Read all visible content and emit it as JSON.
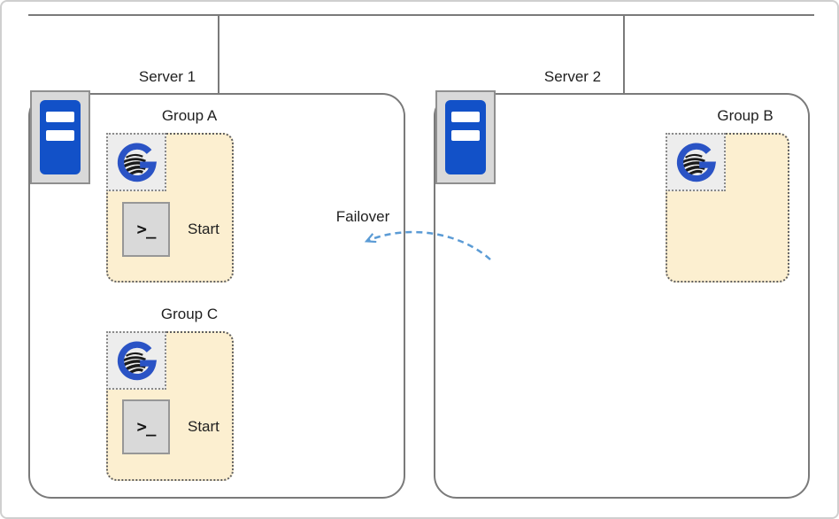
{
  "servers": [
    {
      "label": "Server 1",
      "groups": [
        {
          "label": "Group A",
          "script": "Start"
        },
        {
          "label": "Group C",
          "script": "Start"
        }
      ]
    },
    {
      "label": "Server 2",
      "groups": [
        {
          "label": "Group B"
        }
      ]
    }
  ],
  "failover": {
    "label": "Failover"
  },
  "icons": {
    "script_glyph": ">_"
  },
  "colors": {
    "group_fill": "#fcefd0",
    "server_blue": "#1251c8",
    "g_logo_blue": "#2a53c5",
    "failover_arrow": "#5b9bd5",
    "line_gray": "#7a7a7a"
  }
}
